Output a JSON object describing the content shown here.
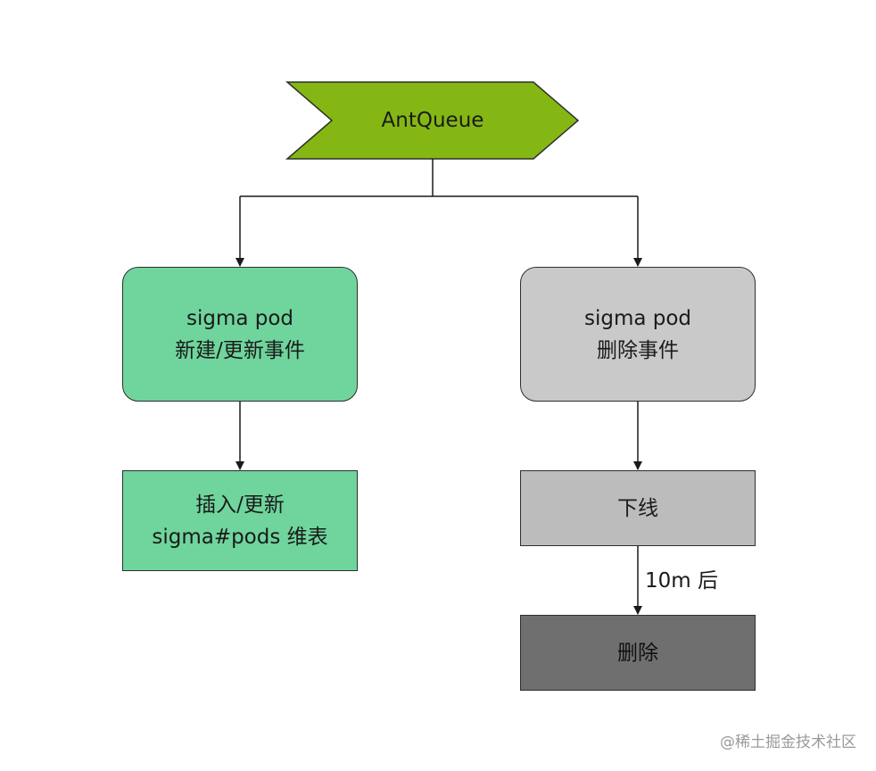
{
  "colors": {
    "queue_fill": "#84b713",
    "create_fill": "#6fd59d",
    "delete_fill": "#c9c9c9",
    "offline_fill": "#bcbcbc",
    "remove_fill": "#6f6f6f",
    "line": "#2e2e2e"
  },
  "nodes": {
    "queue": {
      "label": "AntQueue"
    },
    "create_event": {
      "line1": "sigma pod",
      "line2": "新建/更新事件"
    },
    "delete_event": {
      "line1": "sigma pod",
      "line2": "删除事件"
    },
    "insert_table": {
      "line1": "插入/更新",
      "line2": "sigma#pods 维表"
    },
    "offline": {
      "label": "下线"
    },
    "remove": {
      "label": "删除"
    }
  },
  "edges": {
    "delay_label": "10m 后"
  },
  "watermark": "@稀土掘金技术社区"
}
